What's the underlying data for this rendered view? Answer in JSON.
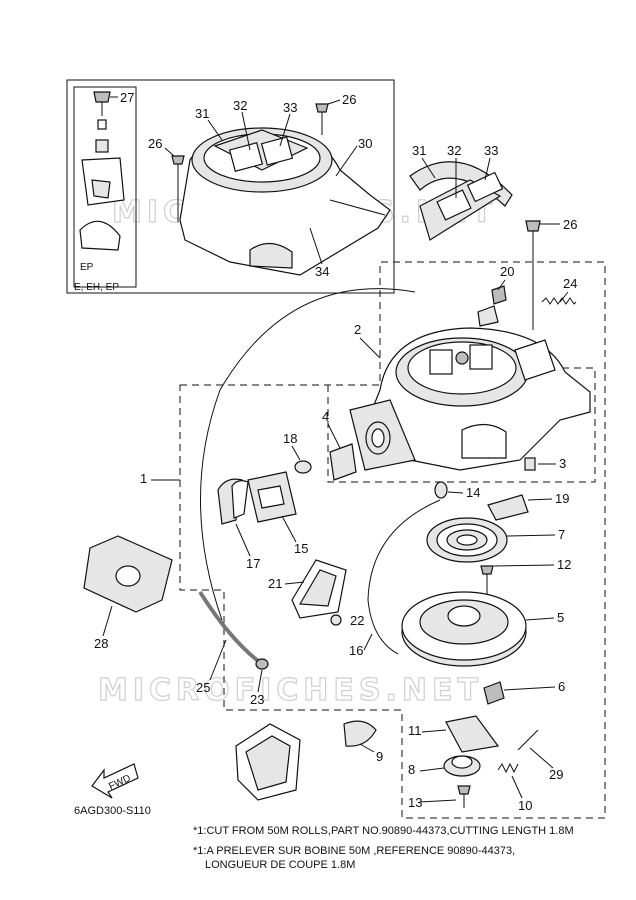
{
  "figure_code": "6AGD300-S110",
  "watermarks": [
    "MICROFICHES.NET",
    "MICROFICHES.NET"
  ],
  "inset": {
    "labels": [
      "27",
      "26",
      "31",
      "32",
      "33",
      "26",
      "30",
      "34"
    ],
    "model_tag": "EP",
    "models": "E, EH, EP"
  },
  "callouts": [
    "31",
    "32",
    "33",
    "26",
    "20",
    "24",
    "2",
    "4",
    "18",
    "3",
    "1",
    "14",
    "19",
    "7",
    "12",
    "17",
    "15",
    "21",
    "5",
    "22",
    "28",
    "16",
    "6",
    "25",
    "23",
    "9",
    "11",
    "29",
    "8",
    "10",
    "13"
  ],
  "fwd_label": "FWD",
  "notes": [
    "*1:CUT FROM 50M ROLLS,PART NO.90890-44373,CUTTING LENGTH 1.8M",
    "*1:A PRELEVER SUR BOBINE 50M ,REFERENCE 90890-44373,",
    "LONGUEUR DE COUPE 1.8M"
  ]
}
